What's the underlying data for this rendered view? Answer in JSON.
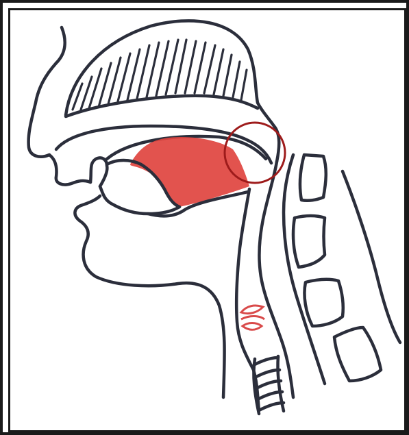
{
  "diagram": {
    "colors": {
      "line": "#2b2e3b",
      "tongue": "#e0443f",
      "highlight_circle": "#9e1b1b",
      "epiglottis": "#d94a4a",
      "frame": "#1a1a1a",
      "background": "#ffffff"
    },
    "icons": {
      "head_outline": "head-profile-outline",
      "palate": "hard-palate-hatched",
      "tongue": "tongue-red-fill",
      "highlight": "velum-highlight-circle",
      "spine": "cervical-vertebrae",
      "larynx": "vocal-folds",
      "trachea": "trachea-rings"
    }
  }
}
